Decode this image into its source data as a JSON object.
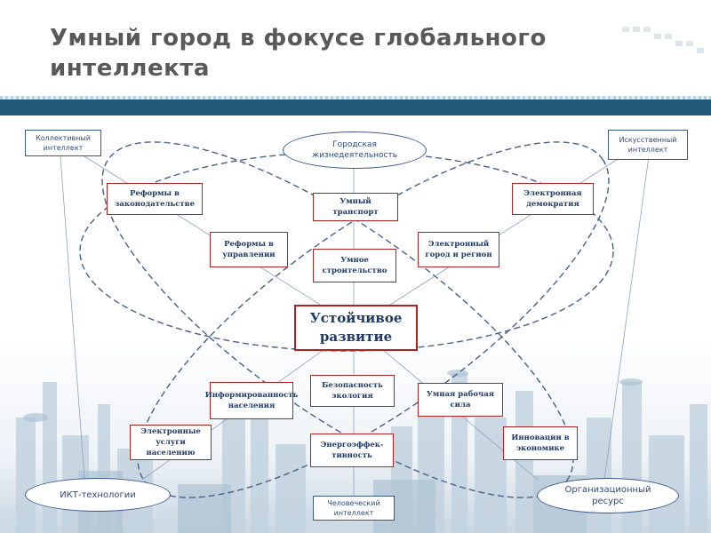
{
  "title": "Умный город в фокусе глобального интеллекта",
  "colors": {
    "band": "#1f5878",
    "box_border": "#b22222",
    "box_text": "#1f3a66",
    "ellipse_line": "#3b5a8a"
  },
  "center": "Устойчивое развитие",
  "red_boxes": {
    "reform_law": "Реформы в законодательстве",
    "smart_transport": "Умный транспорт",
    "e_democracy": "Электронная демократия",
    "reform_governance": "Реформы в управлении",
    "smart_construction": "Умное строительство",
    "e_city_region": "Электронный город и регион",
    "citizen_informed": "Информированность населения",
    "safety_ecology": "Безопасность экология",
    "smart_workforce": "Умная рабочая сила",
    "e_services": "Электронные услуги населению",
    "energy_efficiency": "Энергоэффек-тивность",
    "innovation_economy": "Инновации в экономике"
  },
  "corner_boxes": {
    "collective": "Коллективный интеллект",
    "artificial": "Искусственный интеллект",
    "human": "Человеческий интеллект"
  },
  "ellipses": {
    "urban_life": "Городская жизнедеятельность",
    "ict": "ИКТ-технологии",
    "org_resource": "Организационный ресурс"
  }
}
